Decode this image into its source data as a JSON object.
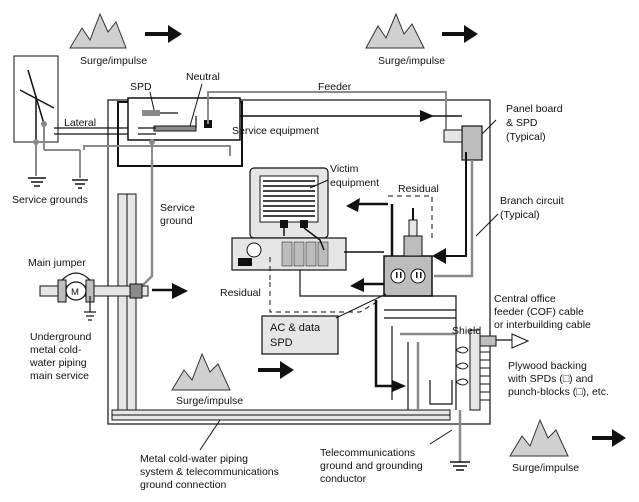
{
  "labels": {
    "surge_top_left": "Surge/impulse",
    "surge_top_center": "Surge/impulse",
    "surge_bottom_center": "Surge/impulse",
    "surge_bottom_right": "Surge/impulse",
    "spd": "SPD",
    "neutral": "Neutral",
    "feeder": "Feeder",
    "lateral": "Lateral",
    "service_equipment": "Service equipment",
    "service_grounds": "Service grounds",
    "panel_board_1": "Panel board",
    "panel_board_2": "& SPD",
    "panel_board_3": "(Typical)",
    "victim_1": "Victim",
    "victim_2": "equipment",
    "residual_top": "Residual",
    "residual_left": "Residual",
    "branch_1": "Branch circuit",
    "branch_2": "(Typical)",
    "service_ground_1": "Service",
    "service_ground_2": "ground",
    "main_jumper": "Main jumper",
    "meter": "M",
    "piping_1": "Underground",
    "piping_2": "metal cold-",
    "piping_3": "water piping",
    "piping_4": "main service",
    "ac_data_1": "AC & data",
    "ac_data_2": "SPD",
    "cof_1": "Central office",
    "cof_2": "feeder (COF) cable",
    "cof_3": "or interbuilding cable",
    "shield": "Shield",
    "plywood_1": "Plywood backing",
    "plywood_2": "with SPDs (□) and",
    "plywood_3": "punch-blocks (□), etc.",
    "metal_pipe_1": "Metal cold-water piping",
    "metal_pipe_2": "system & telecommunications",
    "metal_pipe_3": "ground connection",
    "telecom_1": "Telecommunications",
    "telecom_2": "ground  and grounding",
    "telecom_3": "conductor"
  },
  "colors": {
    "ink": "#111111",
    "grey": "#8a8a8a",
    "light_fill": "#e6e6e6",
    "mid_fill": "#bdbdbd"
  }
}
